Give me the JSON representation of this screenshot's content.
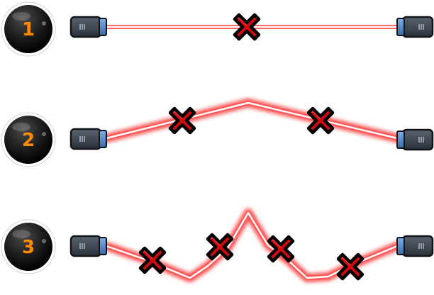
{
  "levels": [
    {
      "number": "1",
      "cut_count": 1
    },
    {
      "number": "2",
      "cut_count": 2
    },
    {
      "number": "3",
      "cut_count": 4
    }
  ],
  "icons": {
    "badge": "level-badge-icon",
    "connector_left": "laser-emitter-left-icon",
    "connector_right": "laser-emitter-right-icon",
    "cut_marker": "cross-mark-icon",
    "beam": "laser-beam"
  },
  "colors": {
    "beam_glow": "#ff3b3b",
    "beam_core": "#ffffff",
    "cross_fill": "#d00a10",
    "cross_outline": "#000000",
    "badge_fill": "#1a1a1a",
    "badge_ring": "#ffffff",
    "badge_number": "#ff8a00",
    "connector_body": "#3b4350",
    "connector_tip": "#4a7cb8"
  }
}
